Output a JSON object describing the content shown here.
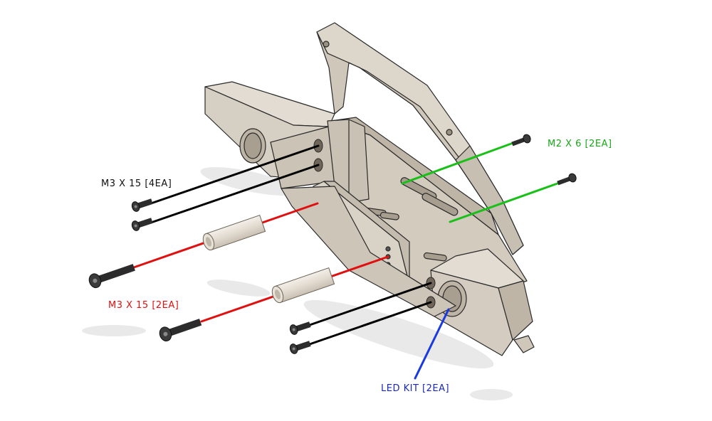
{
  "labels": {
    "m2": {
      "text": "M2 X 6 [2EA]",
      "color": "#18a818"
    },
    "m3_black": {
      "text": "M3 X 15 [4EA]",
      "color": "#111111"
    },
    "m3_red": {
      "text": "M3 X 15 [2EA]",
      "color": "#e01010"
    },
    "led": {
      "text": "LED KIT [2EA]",
      "color": "#1a2ab0"
    }
  },
  "colors": {
    "part_face": "#d8d1c5",
    "part_light": "#e6e0d6",
    "part_dark": "#b3aa9c",
    "outline": "#2a2a2a",
    "screw": "#2c2c2c",
    "spacer": "#e4ddd3"
  }
}
